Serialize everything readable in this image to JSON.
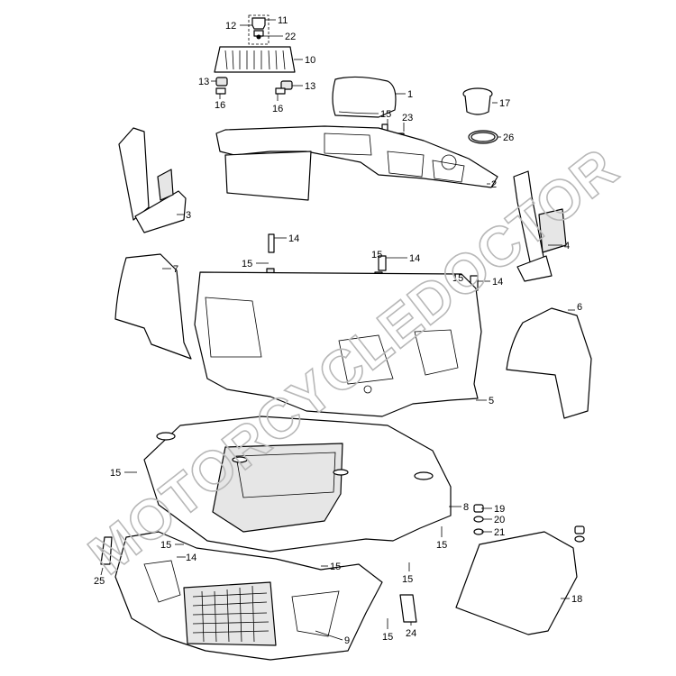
{
  "watermark": "MOTORCYCLEDOCTOR",
  "callouts": [
    {
      "id": "c1",
      "label": "1"
    },
    {
      "id": "c2",
      "label": "2"
    },
    {
      "id": "c3",
      "label": "3"
    },
    {
      "id": "c4",
      "label": "4"
    },
    {
      "id": "c5",
      "label": "5"
    },
    {
      "id": "c6",
      "label": "6"
    },
    {
      "id": "c7",
      "label": "7"
    },
    {
      "id": "c8",
      "label": "8"
    },
    {
      "id": "c9",
      "label": "9"
    },
    {
      "id": "c10",
      "label": "10"
    },
    {
      "id": "c11",
      "label": "11"
    },
    {
      "id": "c12",
      "label": "12"
    },
    {
      "id": "c13a",
      "label": "13"
    },
    {
      "id": "c13b",
      "label": "13"
    },
    {
      "id": "c14a",
      "label": "14"
    },
    {
      "id": "c14b",
      "label": "14"
    },
    {
      "id": "c14c",
      "label": "14"
    },
    {
      "id": "c14d",
      "label": "14"
    },
    {
      "id": "c15a",
      "label": "15"
    },
    {
      "id": "c15b",
      "label": "15"
    },
    {
      "id": "c15c",
      "label": "15"
    },
    {
      "id": "c15d",
      "label": "15"
    },
    {
      "id": "c15e",
      "label": "15"
    },
    {
      "id": "c15f",
      "label": "15"
    },
    {
      "id": "c15g",
      "label": "15"
    },
    {
      "id": "c15h",
      "label": "15"
    },
    {
      "id": "c15i",
      "label": "15"
    },
    {
      "id": "c15j",
      "label": "15"
    },
    {
      "id": "c16a",
      "label": "16"
    },
    {
      "id": "c16b",
      "label": "16"
    },
    {
      "id": "c17",
      "label": "17"
    },
    {
      "id": "c18",
      "label": "18"
    },
    {
      "id": "c19",
      "label": "19"
    },
    {
      "id": "c20",
      "label": "20"
    },
    {
      "id": "c21",
      "label": "21"
    },
    {
      "id": "c22",
      "label": "22"
    },
    {
      "id": "c23",
      "label": "23"
    },
    {
      "id": "c24",
      "label": "24"
    },
    {
      "id": "c25",
      "label": "25"
    },
    {
      "id": "c26",
      "label": "26"
    }
  ]
}
